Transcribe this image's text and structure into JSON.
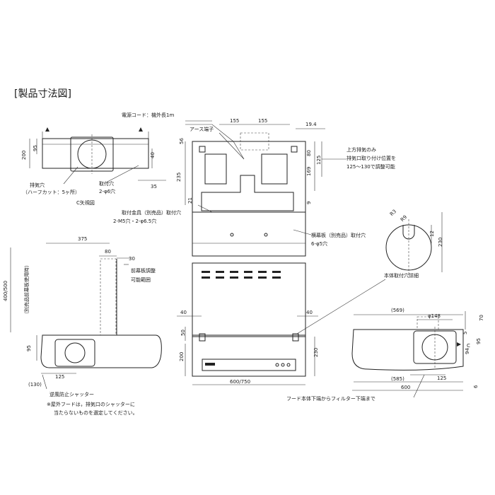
{
  "title": "[製品寸法図]",
  "colors": {
    "line": "#222222",
    "background": "#ffffff"
  },
  "labels": {
    "power_cord": "電源コード：機外長1m",
    "earth": "アース端子",
    "exhaust_hole": "排気穴",
    "half_cut": "（ハーフカット：5ヶ所）",
    "mount_hole_a": "取付穴",
    "mount_hole_a2": "2-φ6穴",
    "c_view": "C矢視図",
    "bracket": "取付金具（別売品）取付穴",
    "bracket2": "2-M5穴・2-φ6.5穴",
    "top_exhaust": "上方排気のみ",
    "top_exhaust2": "排気口取り付け位置を",
    "top_exhaust3": "125～130で調整可能",
    "side_plate": "横幕板（別売品）取付穴",
    "side_plate2": "6-φ5穴",
    "mount_detail": "本体取付穴詳細",
    "front_plate": "前幕板調整",
    "front_plate2": "可能範囲",
    "vertical_note": "（別売品前幕板使用時）",
    "shutter": "逆風防止シャッター",
    "note1": "※屋外フードは，排気口のシャッターに",
    "note2": "当たらないものを選定してください。",
    "filter_note": "フード本体下端からフィルター下端まで"
  },
  "dims": {
    "d155a": "155",
    "d155b": "155",
    "d19_4": "19.4",
    "d56": "56",
    "d235": "235",
    "d21": "21",
    "d80": "80",
    "d125": "125",
    "d169": "169",
    "d9": "9",
    "d200a": "200",
    "d95a": "95",
    "d40a": "40",
    "d35": "35",
    "d375": "375",
    "d80b": "80",
    "d30": "30",
    "d400_500": "400/500",
    "d95b": "95",
    "d125b": "125",
    "d130": "(130)",
    "d40b": "40",
    "d40c": "40",
    "d50": "50",
    "d200b": "200",
    "d230a": "230",
    "d600_750": "600/750",
    "r3": "R3",
    "r9": "R9",
    "d12": "12",
    "d230b": "230",
    "d569": "(569)",
    "d148": "φ148",
    "d70": "70",
    "d95c": "95",
    "d94": "94",
    "c_mark": "C",
    "d5": "5",
    "d125c": "125",
    "d585": "(585)",
    "d600": "600",
    "d6": "6"
  }
}
